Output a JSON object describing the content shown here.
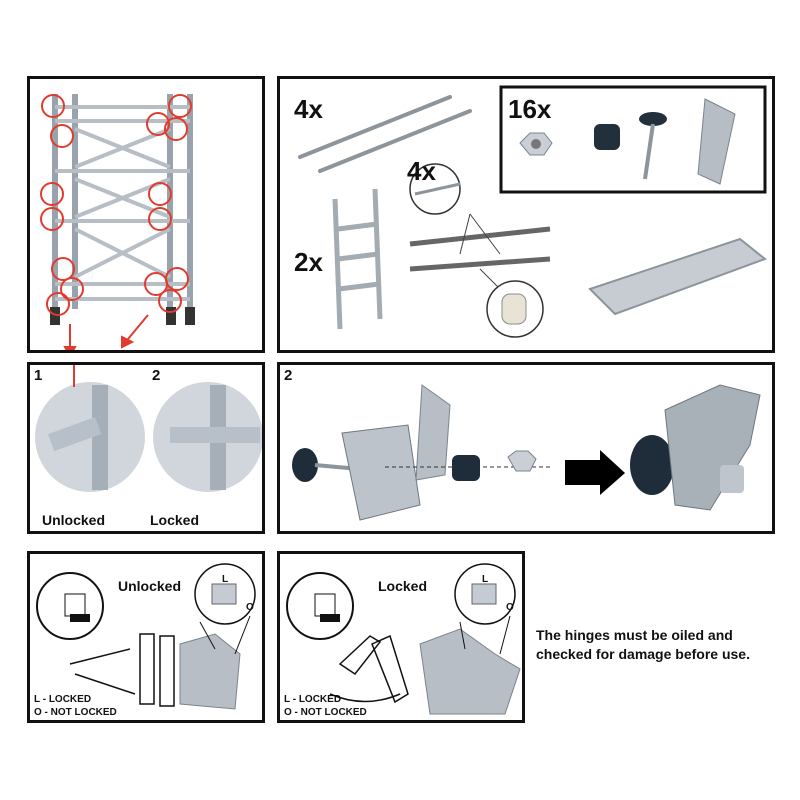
{
  "panels": {
    "scaffold": {
      "marker_color": "#e23b2e"
    },
    "parts": {
      "rail_qty": "4x",
      "frame_qty": "2x",
      "brace_qty": "4x",
      "hardware_qty": "16x"
    },
    "lock_states": {
      "step": "1",
      "second_step": "2",
      "unlocked_label": "Unlocked",
      "locked_label": "Locked"
    },
    "assembly": {
      "step": "2"
    },
    "hinge_unlocked": {
      "title": "Unlocked",
      "legend_l": "L - LOCKED",
      "legend_o": "O - NOT LOCKED",
      "dial_l": "L",
      "dial_o": "O"
    },
    "hinge_locked": {
      "title": "Locked",
      "legend_l": "L - LOCKED",
      "legend_o": "O - NOT LOCKED",
      "dial_l": "L",
      "dial_o": "O"
    }
  },
  "note": {
    "line1": "The hinges must be oiled and",
    "line2": "checked for damage before use."
  }
}
